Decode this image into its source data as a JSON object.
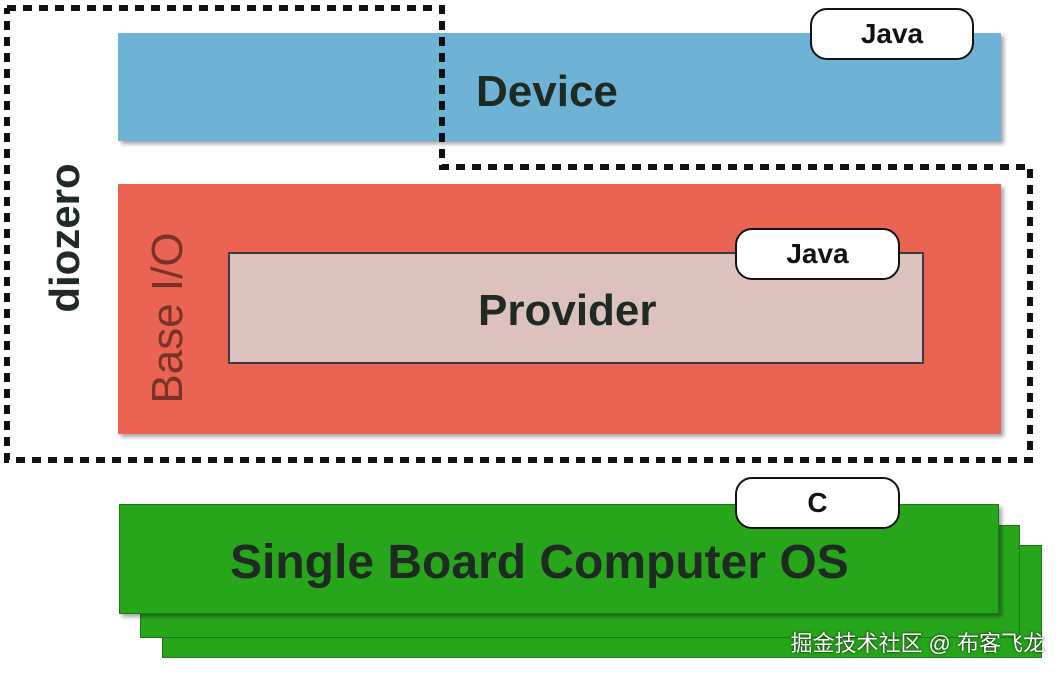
{
  "colors": {
    "device_layer": "#6eb2d6",
    "baseio_layer": "#ea6353",
    "provider_box": "#ddc1bc",
    "os_layer": "#27a61b",
    "tag_background": "#ffffff"
  },
  "diozero": {
    "label": "diozero"
  },
  "device": {
    "title": "Device",
    "language_tag": "Java"
  },
  "base_io": {
    "label": "Base I/O",
    "provider": {
      "title": "Provider",
      "language_tag": "Java"
    }
  },
  "os": {
    "title": "Single Board Computer OS",
    "language_tag": "C"
  },
  "watermark": "掘金技术社区 @ 布客飞龙"
}
